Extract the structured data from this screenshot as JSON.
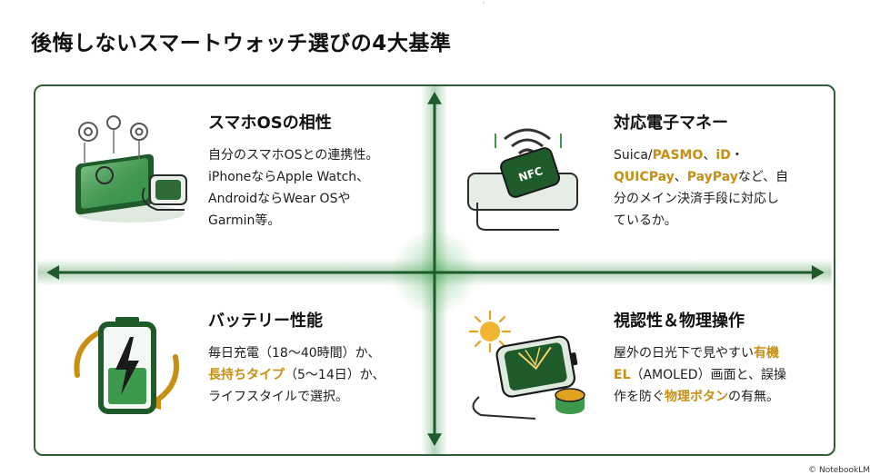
{
  "title": "後悔しないスマートウォッチ選びの4大基準",
  "quadrants": [
    {
      "heading": "スマホOSの相性",
      "lines": [
        [
          {
            "t": "自分のスマホOSとの連携性。"
          }
        ],
        [
          {
            "t": "iPhoneならApple Watch、"
          }
        ],
        [
          {
            "t": "AndroidならWear OSや"
          }
        ],
        [
          {
            "t": "Garmin等。"
          }
        ]
      ],
      "icon": "phone-watch-gears-icon"
    },
    {
      "heading": "対応電子マネー",
      "lines": [
        [
          {
            "t": "Suica/"
          },
          {
            "t": "PASMO",
            "hl": true
          },
          {
            "t": "、"
          },
          {
            "t": "iD",
            "hl": true
          },
          {
            "t": "・"
          }
        ],
        [
          {
            "t": "QUICPay",
            "hl": true
          },
          {
            "t": "、"
          },
          {
            "t": "PayPay",
            "hl": true
          },
          {
            "t": "など、自"
          }
        ],
        [
          {
            "t": "分のメイン決済手段に対応し"
          }
        ],
        [
          {
            "t": "ているか。"
          }
        ]
      ],
      "icon": "nfc-watch-icon",
      "nfc_label": "NFC"
    },
    {
      "heading": "バッテリー性能",
      "lines": [
        [
          {
            "t": "毎日充電（18〜40時間）か、"
          }
        ],
        [
          {
            "t": "長持ちタイプ",
            "hl": true
          },
          {
            "t": "（5〜14日）か、"
          }
        ],
        [
          {
            "t": "ライフスタイルで選択。"
          }
        ]
      ],
      "icon": "battery-charging-icon"
    },
    {
      "heading": "視認性＆物理操作",
      "lines": [
        [
          {
            "t": "屋外の日光下で見やすい"
          },
          {
            "t": "有機",
            "hl": true
          }
        ],
        [
          {
            "t": "EL",
            "hl": true
          },
          {
            "t": "（AMOLED）画面と、誤操"
          }
        ],
        [
          {
            "t": "作を防ぐ"
          },
          {
            "t": "物理ボタン",
            "hl": true
          },
          {
            "t": "の有無。"
          }
        ]
      ],
      "icon": "sun-watch-button-icon"
    }
  ],
  "credit": "© NotebookLM",
  "colors": {
    "accent_green": "#1f6b32",
    "highlight_gold": "#c78f14",
    "border": "#2e5e36"
  }
}
